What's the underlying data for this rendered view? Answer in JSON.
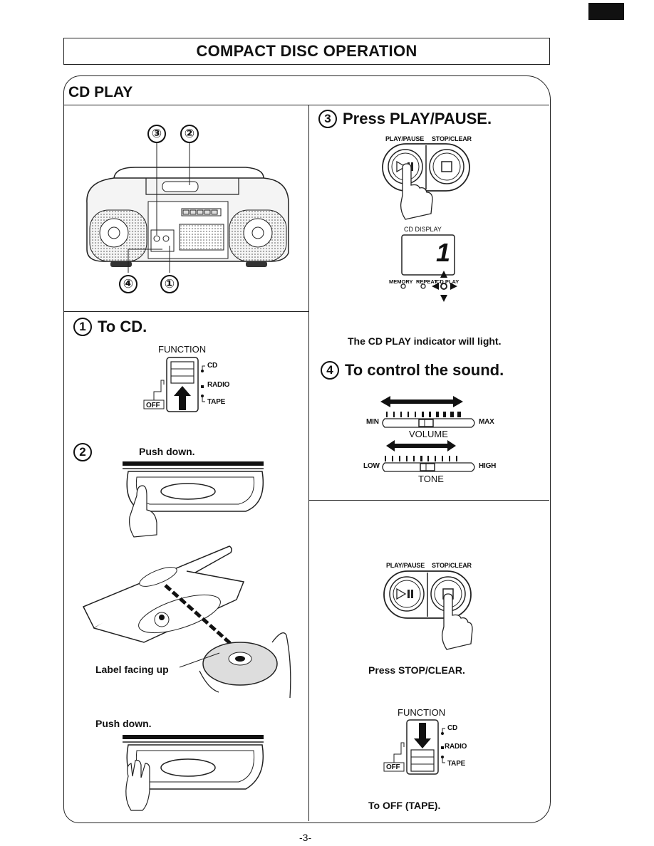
{
  "header": {
    "title": "COMPACT DISC OPERATION"
  },
  "section": {
    "title": "CD PLAY"
  },
  "diagram": {
    "callouts": [
      "③",
      "②",
      "④",
      "①"
    ]
  },
  "step1": {
    "num": "1",
    "title": "To CD.",
    "function_label": "FUNCTION",
    "switch_labels": {
      "cd": "CD",
      "radio": "RADIO",
      "tape": "TAPE",
      "off": "OFF"
    }
  },
  "step2": {
    "num": "2",
    "push1": "Push down.",
    "label_caption": "Label facing up",
    "push2": "Push down."
  },
  "step3": {
    "num": "3",
    "title": "Press PLAY/PAUSE.",
    "btn_play": "PLAY/PAUSE",
    "btn_stop": "STOP/CLEAR",
    "cd_display": "CD  DISPLAY",
    "display_digit": "1",
    "indicators": [
      "MEMORY",
      "REPEAT",
      "CD PLAY"
    ],
    "note": "The CD PLAY indicator will light."
  },
  "step4": {
    "num": "4",
    "title": "To control the sound.",
    "volume": {
      "min": "MIN",
      "max": "MAX",
      "label": "VOLUME"
    },
    "tone": {
      "low": "LOW",
      "high": "HIGH",
      "label": "TONE"
    }
  },
  "stop": {
    "btn_play": "PLAY/PAUSE",
    "btn_stop": "STOP/CLEAR",
    "caption": "Press STOP/CLEAR.",
    "function_label": "FUNCTION",
    "switch_labels": {
      "cd": "CD",
      "radio": "RADIO",
      "tape": "TAPE",
      "off": "OFF"
    },
    "off_caption": "To OFF (TAPE)."
  },
  "footer": {
    "page": "-3-"
  }
}
